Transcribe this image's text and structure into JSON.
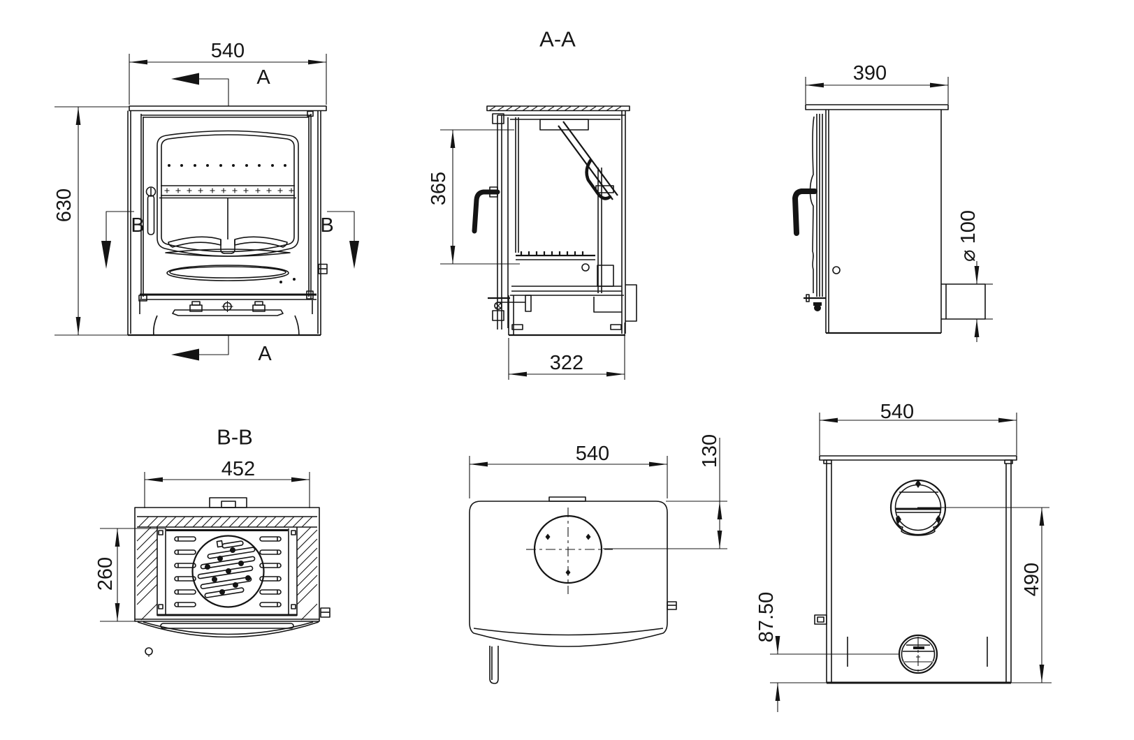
{
  "drawing": {
    "background": "#ffffff",
    "ink": "#141414",
    "views": {
      "front": {
        "width": "540",
        "height": "630",
        "section_a": "A",
        "section_b": "B"
      },
      "section_aa": {
        "title": "A-A",
        "firebox_height": "365",
        "base_depth": "322"
      },
      "side": {
        "depth": "390",
        "flue_diameter": "⌀ 100"
      },
      "section_bb": {
        "title": "B-B",
        "grate_width": "452",
        "grate_depth": "260"
      },
      "top": {
        "width": "540",
        "flue_offset": "130"
      },
      "rear": {
        "width": "540",
        "flue_center_height": "490",
        "lower_outlet_height": "87.50"
      }
    }
  }
}
